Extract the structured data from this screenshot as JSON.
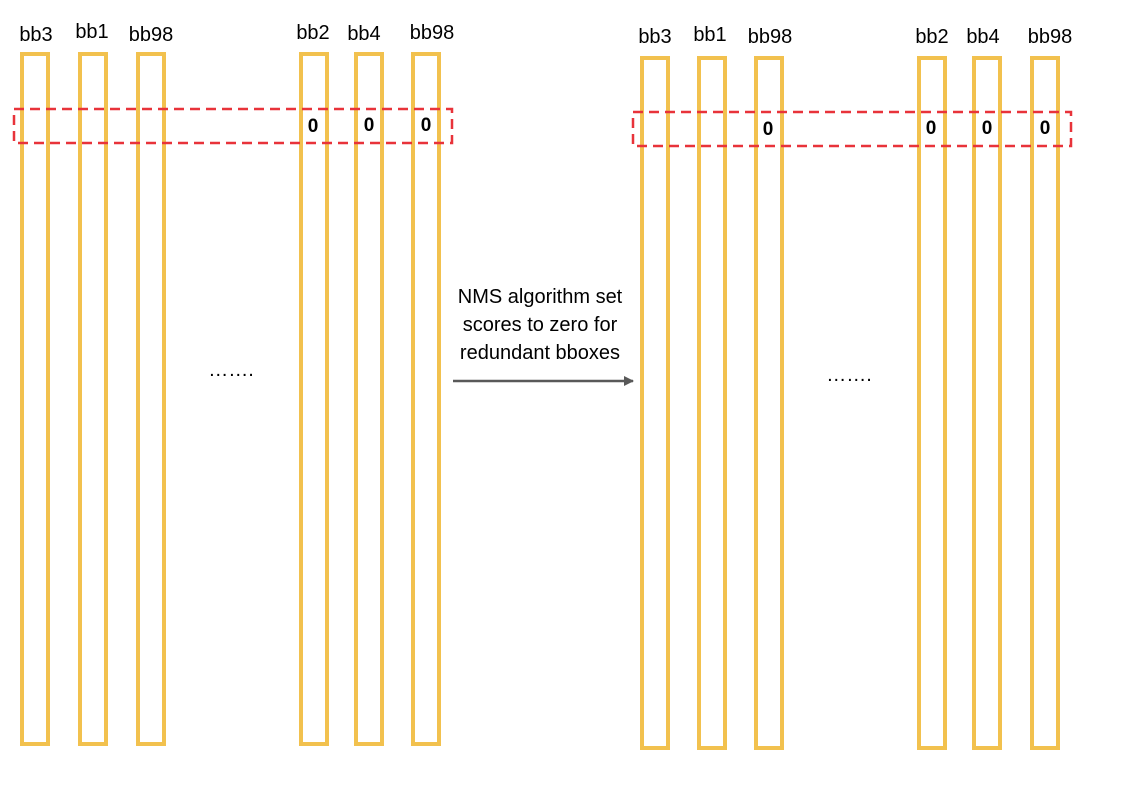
{
  "colors": {
    "bar_stroke": "#f2c14e",
    "highlight_stroke": "#e8333a",
    "arrow": "#595959",
    "text": "#000000"
  },
  "before": {
    "columns": [
      {
        "label": "bb3",
        "value": ""
      },
      {
        "label": "bb1",
        "value": ""
      },
      {
        "label": "bb98",
        "value": ""
      },
      {
        "label": "bb2",
        "value": "0"
      },
      {
        "label": "bb4",
        "value": "0"
      },
      {
        "label": "bb98",
        "value": "0"
      }
    ],
    "ellipsis": "……."
  },
  "after": {
    "columns": [
      {
        "label": "bb3",
        "value": ""
      },
      {
        "label": "bb1",
        "value": ""
      },
      {
        "label": "bb98",
        "value": "0"
      },
      {
        "label": "bb2",
        "value": "0"
      },
      {
        "label": "bb4",
        "value": "0"
      },
      {
        "label": "bb98",
        "value": "0"
      }
    ],
    "ellipsis": "……."
  },
  "transition": {
    "caption_lines": [
      "NMS algorithm set",
      "scores to zero for",
      "redundant bboxes"
    ],
    "arrow_icon": "arrow-right-icon"
  }
}
